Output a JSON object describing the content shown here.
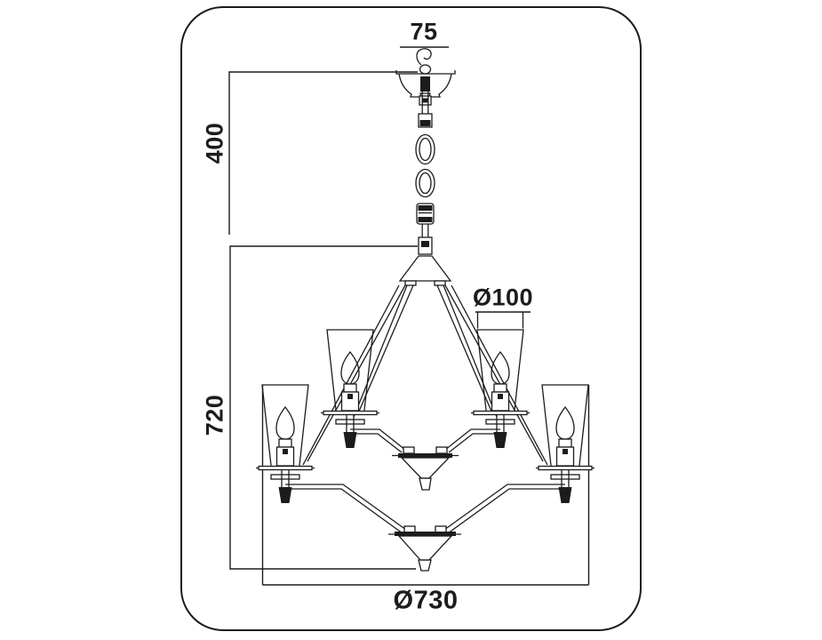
{
  "frame": {
    "background": "#ffffff",
    "line_color": "#1c1c1c"
  },
  "labels": {
    "canopy_width": "75",
    "suspension_height": "400",
    "body_height": "720",
    "shade_diameter": "Ø100",
    "overall_diameter": "Ø730"
  },
  "parts": [
    "ceiling-hook",
    "hanging-ring",
    "canopy",
    "chain-links",
    "threaded-coupler",
    "top-cone-hub",
    "suspension-arms",
    "candle-shade",
    "candle-bulb",
    "lamp-socket",
    "bobeche-plate",
    "black-finial",
    "upper-center-cone",
    "lower-center-cone"
  ]
}
